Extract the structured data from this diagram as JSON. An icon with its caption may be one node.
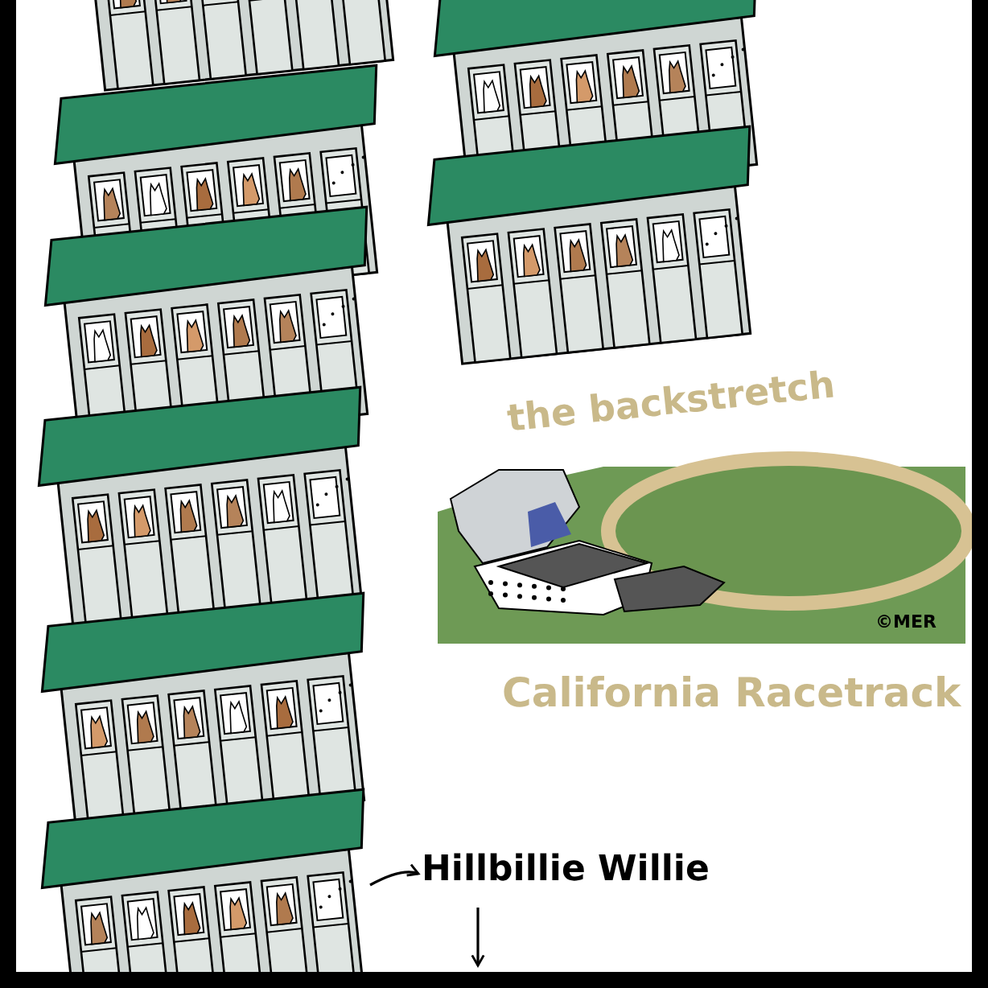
{
  "diagram": {
    "nodes": [
      {
        "text": [],
        "shape": "picture"
      },
      {
        "text": [
          "Hillbillie Willie"
        ]
      }
    ],
    "edges": [
      {
        "from": 0,
        "to": 1,
        "arrow": "to"
      },
      {
        "from": 1,
        "to": null,
        "arrow": "to"
      }
    ],
    "labels": [
      "the backstretch",
      "California Racetrack",
      "©MER"
    ]
  }
}
